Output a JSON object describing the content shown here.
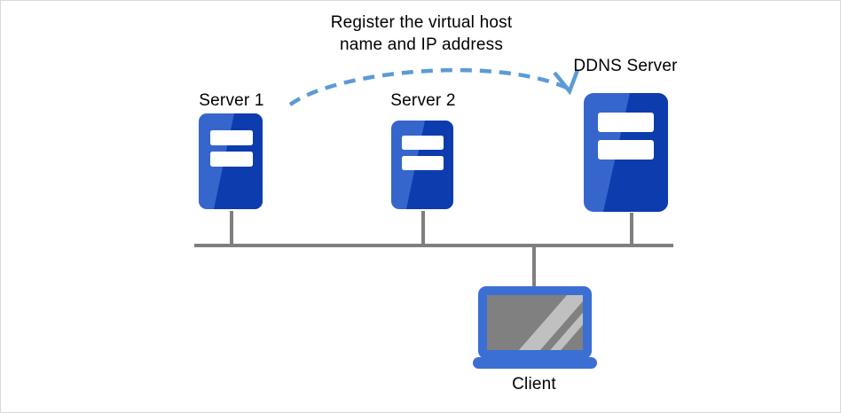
{
  "diagram": {
    "title": "DDNS virtual host registration network diagram",
    "annotation": {
      "name": "register-annotation",
      "line1": "Register the virtual host",
      "line2": "name and IP address"
    },
    "nodes": [
      {
        "id": "server-1",
        "label": "Server 1",
        "icon": "server-icon",
        "size": "small"
      },
      {
        "id": "server-2",
        "label": "Server 2",
        "icon": "server-icon",
        "size": "small"
      },
      {
        "id": "ddns-server",
        "label": "DDNS Server",
        "icon": "server-icon",
        "size": "large"
      },
      {
        "id": "client",
        "label": "Client",
        "icon": "laptop-icon",
        "size": "small"
      }
    ],
    "connections": {
      "bus_label": "network-bus-line",
      "arrow_label": "register-arrow",
      "arrow_from": "server-1",
      "arrow_to": "ddns-server",
      "arrow_style": "dashed-curved"
    },
    "colors": {
      "server_light_blue": "#3666cc",
      "server_dark_blue": "#0c3cad",
      "server_bar_white": "#ffffff",
      "arrow_blue": "#5b9bd5",
      "bus_gray": "#7f7f7f",
      "screen_gray": "#808080",
      "screen_glare": "#c0c0c0",
      "laptop_blue": "#3b6fd4",
      "background": "#ffffff",
      "border": "#d9d9d9",
      "text": "#000000"
    }
  }
}
